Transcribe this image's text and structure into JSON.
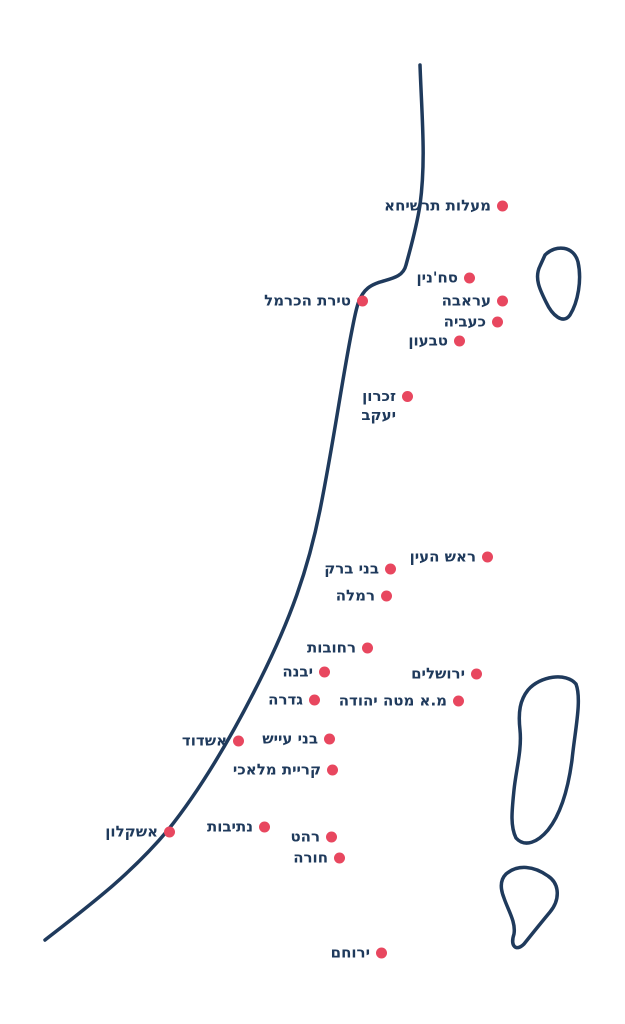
{
  "colors": {
    "line": "#1f3a5c",
    "dot": "#e8475f",
    "label": "#1f3a5c"
  },
  "cities": [
    {
      "id": "maalot-tarshiha",
      "name": "מעלות תרשיחא"
    },
    {
      "id": "sakhnin",
      "name": "סח'נין"
    },
    {
      "id": "tirat-carmel",
      "name": "טירת הכרמל"
    },
    {
      "id": "arraba",
      "name": "עראבה"
    },
    {
      "id": "kabiye",
      "name": "כעביה"
    },
    {
      "id": "tabun",
      "name": "טבעון"
    },
    {
      "id": "zikhron-yaakov",
      "name": "זכרון יעקב"
    },
    {
      "id": "rosh-haayin",
      "name": "ראש העין"
    },
    {
      "id": "bnei-brak",
      "name": "בני ברק"
    },
    {
      "id": "ramla",
      "name": "רמלה"
    },
    {
      "id": "rehovot",
      "name": "רחובות"
    },
    {
      "id": "yavne",
      "name": "יבנה"
    },
    {
      "id": "jerusalem",
      "name": "ירושלים"
    },
    {
      "id": "gedera",
      "name": "גדרה"
    },
    {
      "id": "mateh-yehuda",
      "name": "מ.א מטה יהודה"
    },
    {
      "id": "ashdod",
      "name": "אשדוד"
    },
    {
      "id": "bnei-ayish",
      "name": "בני עייש"
    },
    {
      "id": "kiryat-malakhi",
      "name": "קריית מלאכי"
    },
    {
      "id": "netivot",
      "name": "נתיבות"
    },
    {
      "id": "ashkelon",
      "name": "אשקלון"
    },
    {
      "id": "rahat",
      "name": "רהט"
    },
    {
      "id": "hura",
      "name": "חורה"
    },
    {
      "id": "yeruham",
      "name": "ירוחם"
    }
  ]
}
